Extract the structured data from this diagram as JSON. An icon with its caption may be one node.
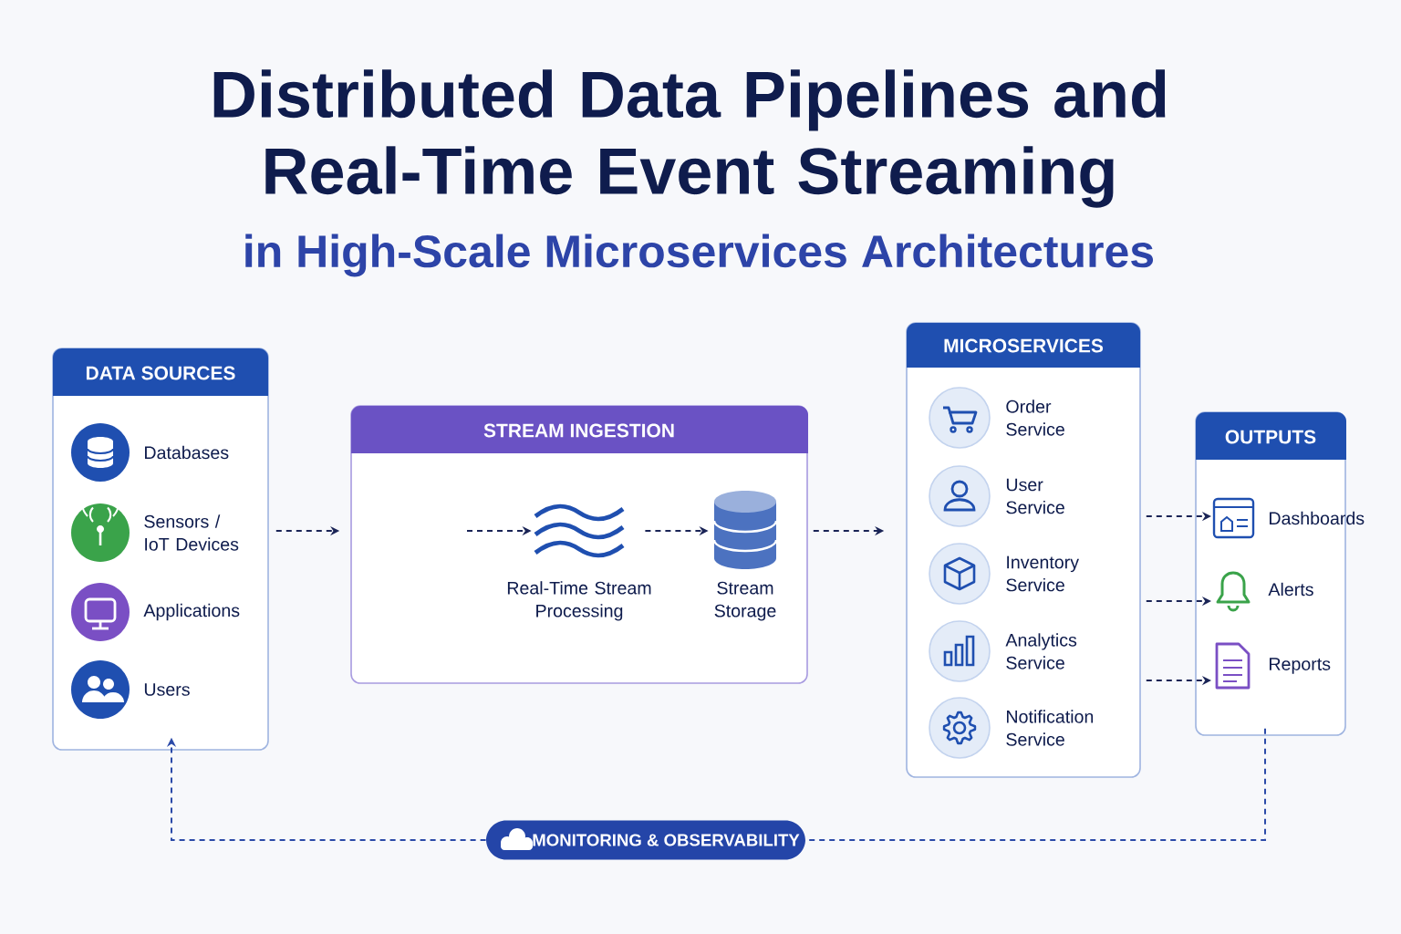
{
  "diagram": {
    "title": "Distributed Data Pipelines and Real-Time Event Streaming",
    "nodes": [
      {
        "text": [
          "DATA SOURCES"
        ]
      },
      {
        "text": [
          "Databases"
        ],
        "in": 0
      },
      {
        "text": [
          "Sensors / IoT Devices"
        ],
        "in": 0
      },
      {
        "text": [
          "Applications"
        ],
        "in": 0
      },
      {
        "text": [
          "Users"
        ],
        "in": 0
      },
      {
        "text": [
          "STREAM INGESTION"
        ]
      },
      {
        "text": [
          "Real-Time Stream Processing"
        ],
        "in": 5
      },
      {
        "text": [
          "Stream Storage"
        ],
        "in": 5
      },
      {
        "text": [
          "MICROSERVICES"
        ]
      },
      {
        "text": [
          "Order Service"
        ],
        "in": 8
      },
      {
        "text": [
          "User Service"
        ],
        "in": 8
      },
      {
        "text": [
          "Inventory Service"
        ],
        "in": 8
      },
      {
        "text": [
          "Analytics Service"
        ],
        "in": 8
      },
      {
        "text": [
          "Notification Service"
        ],
        "in": 8
      },
      {
        "text": [
          "OUTPUTS"
        ]
      },
      {
        "text": [
          "Dashboards"
        ],
        "in": 14
      },
      {
        "text": [
          "Alerts"
        ],
        "in": 14
      },
      {
        "text": [
          "Reports"
        ],
        "in": 14
      },
      {
        "text": [
          "MONITORING & OBSERVABILITY"
        ]
      }
    ],
    "edges": [
      {
        "from": 0,
        "to": 5,
        "arrow": "to",
        "style": "dashed"
      },
      {
        "from": null,
        "to": 6,
        "arrow": "to",
        "style": "dashed"
      },
      {
        "from": 6,
        "to": 7,
        "arrow": "to",
        "style": "dashed"
      },
      {
        "from": 5,
        "to": 8,
        "arrow": "to",
        "style": "dashed"
      },
      {
        "from": 8,
        "to": 15,
        "arrow": "to",
        "style": "dashed"
      },
      {
        "from": 8,
        "to": 16,
        "arrow": "to",
        "style": "dashed"
      },
      {
        "from": 8,
        "to": 17,
        "arrow": "to",
        "style": "dashed"
      },
      {
        "from": 14,
        "to": 18,
        "arrow": "none",
        "style": "dashed",
        "color": "#2b4aa8"
      },
      {
        "from": 18,
        "to": 0,
        "arrow": "to",
        "style": "dashed",
        "color": "#2b4aa8"
      }
    ],
    "labels": [
      "in High-Scale Microservices Architectures"
    ]
  }
}
